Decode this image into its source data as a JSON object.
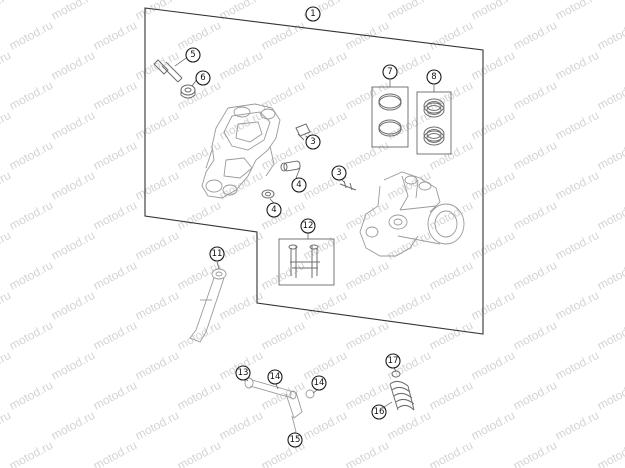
{
  "diagram": {
    "watermark": "motod.ru",
    "callouts": [
      {
        "id": "c1",
        "label": "1"
      },
      {
        "id": "c5",
        "label": "5"
      },
      {
        "id": "c6",
        "label": "6"
      },
      {
        "id": "c7",
        "label": "7"
      },
      {
        "id": "c8",
        "label": "8"
      },
      {
        "id": "c3a",
        "label": "3"
      },
      {
        "id": "c3b",
        "label": "3"
      },
      {
        "id": "c4a",
        "label": "4"
      },
      {
        "id": "c4b",
        "label": "4"
      },
      {
        "id": "c12",
        "label": "12"
      },
      {
        "id": "c11",
        "label": "11"
      },
      {
        "id": "c17",
        "label": "17"
      },
      {
        "id": "c13",
        "label": "13"
      },
      {
        "id": "c14a",
        "label": "14"
      },
      {
        "id": "c14b",
        "label": "14"
      },
      {
        "id": "c16",
        "label": "16"
      },
      {
        "id": "c15",
        "label": "15"
      }
    ]
  }
}
